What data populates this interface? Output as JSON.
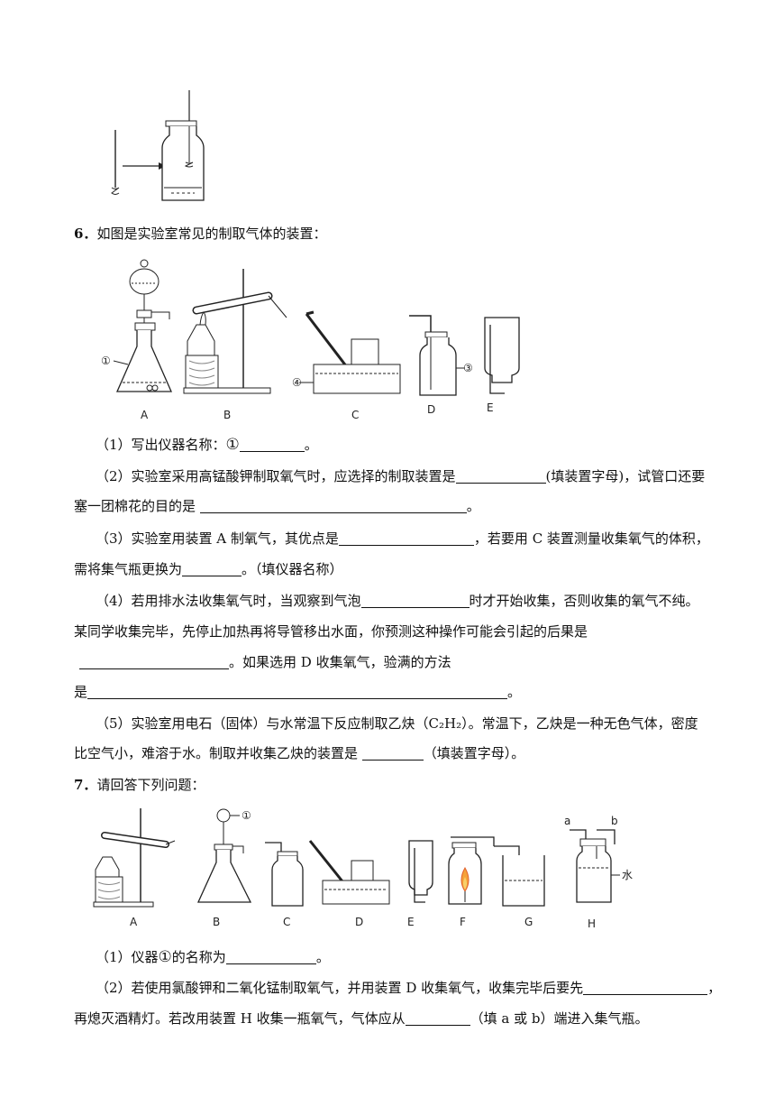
{
  "q6": {
    "number": "6．",
    "stem": "如图是实验室常见的制取气体的装置：",
    "labels": {
      "A": "A",
      "B": "B",
      "C": "C",
      "D": "D",
      "E": "E",
      "c1": "①",
      "c3": "③",
      "c4": "④"
    },
    "p1": {
      "a": "（1）写出仪器名称：",
      "b": "。"
    },
    "p2": {
      "a": "（2）实验室采用高锰酸钾制取氧气时，应选择的制取装置是",
      "b": "(填装置字母)，试管口还要"
    },
    "p2b": {
      "a": "塞一团棉花的目的是 ",
      "b": "。"
    },
    "p3": {
      "a": "（3）实验室用装置 A 制氧气，其优点是",
      "b": "，若要用 C 装置测量收集氧气的体积，"
    },
    "p3b": {
      "a": "需将集气瓶更换为",
      "b": "。（填仪器名称）"
    },
    "p4": {
      "a": "（4）若用排水法收集氧气时，当观察到气泡",
      "b": "时才开始收集，否则收集的氧气不纯。"
    },
    "p4b": "某同学收集完毕，先停止加热再将导管移出水面，你预测这种操作可能会引起的后果是",
    "p4c": "。如果选用  D  收集氧气，验满的方法",
    "p4d": {
      "a": "是",
      "b": "。"
    },
    "p5": "（5）实验室用电石（固体）与水常温下反应制取乙炔（C₂H₂）。常温下，乙炔是一种无色气体，密度",
    "p5b": {
      "a": "比空气小，难溶于水。制取并收集乙炔的装置是 ",
      "b": "（填装置字母）。"
    }
  },
  "q7": {
    "number": "7．",
    "stem": "请回答下列问题：",
    "labels": {
      "A": "A",
      "B": "B",
      "C": "C",
      "D": "D",
      "E": "E",
      "F": "F",
      "G": "G",
      "H": "H",
      "a": "a",
      "b": "b",
      "water": "水",
      "c1": "①"
    },
    "p1": {
      "a": "（1）仪器",
      "b": "的名称为",
      "c": "。"
    },
    "p2": {
      "a": "（2）若使用氯酸钾和二氧化锰制取氧气，并用装置 D 收集氧气，收集完毕后要先",
      "b": "，"
    },
    "p2b": {
      "a": "再熄灭酒精灯。若改用装置 H 收集一瓶氧气，气体应从",
      "b": "（填 a 或 b）端进入集气瓶。"
    }
  }
}
